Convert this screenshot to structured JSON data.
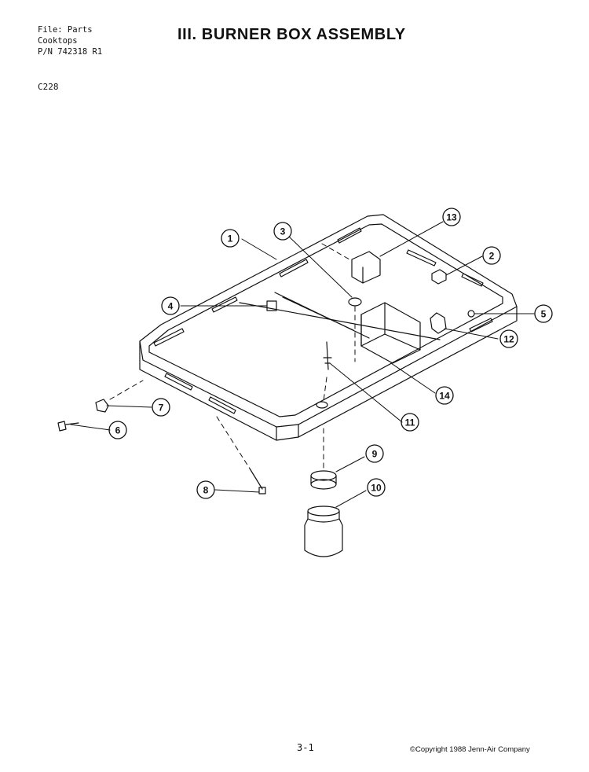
{
  "header": {
    "file_line": "File: Parts",
    "category_line": "Cooktops",
    "part_number_line": "P/N 742318 R1"
  },
  "title": "III. BURNER BOX ASSEMBLY",
  "model": "C228",
  "callouts": [
    "1",
    "2",
    "3",
    "4",
    "5",
    "6",
    "7",
    "8",
    "9",
    "10",
    "11",
    "12",
    "13",
    "14"
  ],
  "footer": {
    "page_number": "3-1",
    "copyright": "©Copyright 1988 Jenn-Air Company"
  }
}
